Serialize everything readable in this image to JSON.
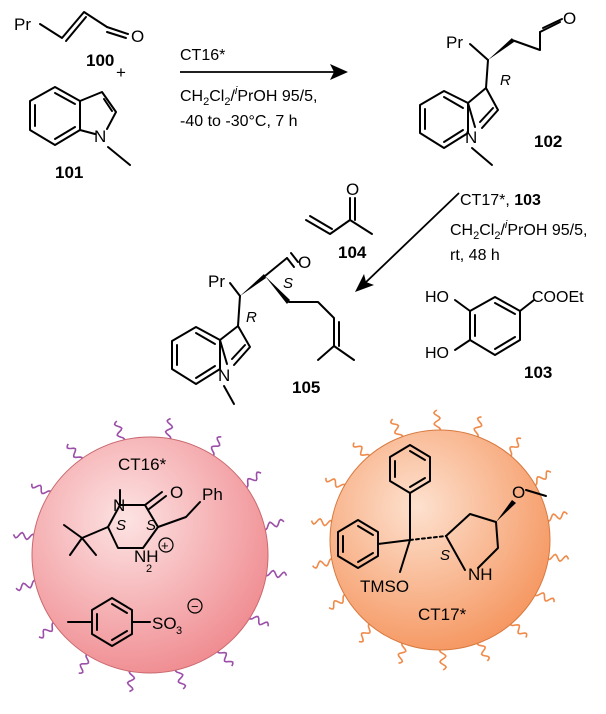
{
  "colors": {
    "ct16_fill": "#ef8a8f",
    "ct16_wave": "#9b4fa8",
    "ct17_fill": "#f5955e",
    "ct17_wave": "#f08a4a"
  },
  "reaction1": {
    "aldehyde_id": "100",
    "plus": "+",
    "indole_id": "101",
    "catalyst": "CT16*",
    "solvent_a": "CH",
    "solvent_sub1": "2",
    "solvent_b": "Cl",
    "solvent_sub2": "2",
    "solvent_slash": "/",
    "solvent_i": "i",
    "solvent_c": "PrOH 95/5,",
    "temperature_time": "-40 to -30°C, 7 h",
    "product_id": "102"
  },
  "reaction2": {
    "catalyst": "CT17*, ",
    "catalyst_cocat": "103",
    "solvent_a": "CH",
    "solvent_sub1": "2",
    "solvent_b": "Cl",
    "solvent_sub2": "2",
    "solvent_slash": "/",
    "solvent_i": "i",
    "solvent_c": "PrOH 95/5,",
    "time": "rt, 48 h",
    "enone_id": "104",
    "product_id": "105",
    "cocat_id": "103",
    "cocat_group": "COOEt",
    "ho1": "HO",
    "ho2": "HO"
  },
  "labels": {
    "pr": "Pr",
    "r": "R",
    "s": "S",
    "o": "O",
    "n": "N",
    "h": "H"
  },
  "ct16": {
    "name": "CT16*",
    "ph": "Ph",
    "h2": "H",
    "h2_sub": "2",
    "so3": "SO",
    "so3_sub": "3",
    "plus": "+",
    "minus": "−"
  },
  "ct17": {
    "name": "CT17*",
    "tmso": "TMSO",
    "nh": "NH"
  }
}
